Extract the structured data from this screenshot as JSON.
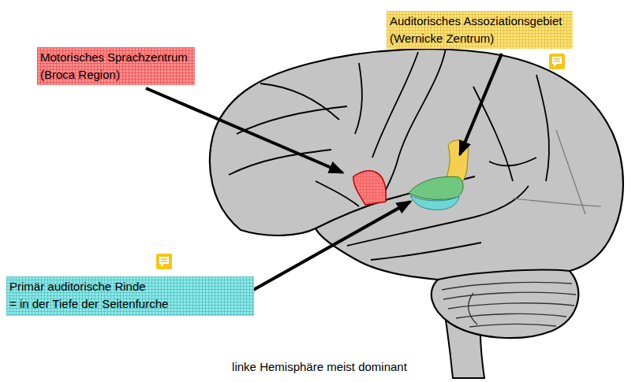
{
  "diagram": {
    "caption": "linke Hemisphäre meist dominant",
    "nodes": [
      {
        "text": [
          "Motorisches Sprachzentrum (Broca Region)"
        ]
      },
      {
        "text": [
          "Auditorisches Assoziationsgebiet (Wernicke Zentrum)"
        ]
      },
      {
        "text": [
          "Primär auditorische Rinde",
          "= in der Tiefe der Seitenfurche"
        ]
      }
    ]
  }
}
